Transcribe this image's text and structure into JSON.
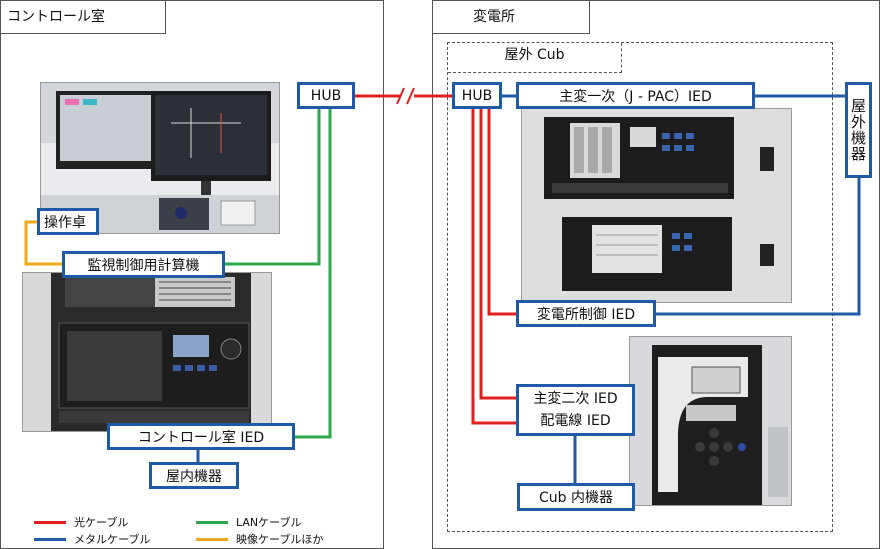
{
  "control_room": {
    "title": "コントロール室"
  },
  "substation": {
    "title": "変電所"
  },
  "outdoor_cub": {
    "title": "屋外 Cub"
  },
  "labels": {
    "hub_left": "HUB",
    "hub_right": "HUB",
    "operator_desk": "操作卓",
    "supervisory_computer": "監視制御用計算機",
    "control_room_ied": "コントロール室 IED",
    "indoor_equipment": "屋内機器",
    "main_primary_ied": "主変一次（J - PAC）IED",
    "outdoor_equipment": "屋外機器",
    "substation_control_ied": "変電所制御 IED",
    "main_secondary_ied": "主変二次 IED",
    "distribution_ied": "配電線 IED",
    "cub_internal_equipment": "Cub 内機器"
  },
  "legend": {
    "fiber": {
      "label": "光ケーブル",
      "color": "#e02020"
    },
    "metal": {
      "label": "メタルケーブル",
      "color": "#1e5aa6"
    },
    "lan": {
      "label": "LANケーブル",
      "color": "#2da84a"
    },
    "video": {
      "label": "映像ケーブルほか",
      "color": "#f2a81d"
    }
  }
}
